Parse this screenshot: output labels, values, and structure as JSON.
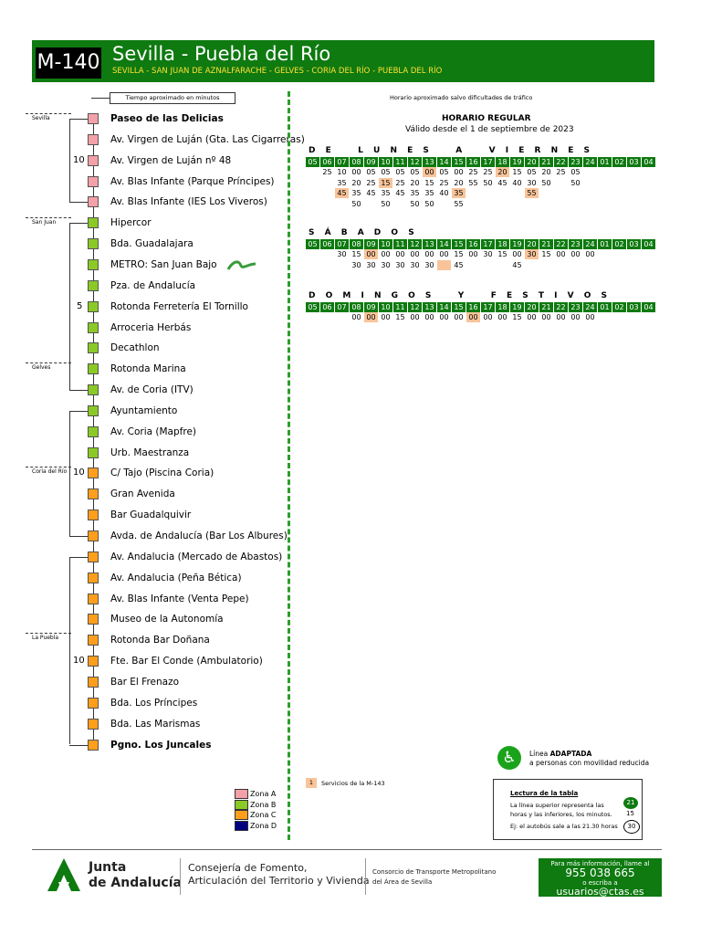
{
  "header": {
    "code": "M-140",
    "title": "Sevilla - Puebla del Río",
    "subtitle": "SEVILLA - SAN JUAN DE AZNALFARACHE - GELVES - CORIA DEL RÍO - PUEBLA DEL RÍO"
  },
  "left_note": "Tiempo aproximado en minutos",
  "towns": [
    "Sevilla",
    "San Juan",
    "Gelves",
    "Coria del Río",
    "La Puebla"
  ],
  "stops": [
    {
      "name": "Paseo de las Delicias",
      "zone": "A",
      "bold": true
    },
    {
      "name": "Av. Virgen de Luján (Gta. Las Cigarreras)",
      "zone": "A"
    },
    {
      "name": "Av. Virgen de Luján nº 48",
      "zone": "A"
    },
    {
      "name": "Av. Blas Infante (Parque Príncipes)",
      "zone": "A"
    },
    {
      "name": "Av. Blas Infante (IES Los Viveros)",
      "zone": "A"
    },
    {
      "name": "Hipercor",
      "zone": "B"
    },
    {
      "name": "Bda. Guadalajara",
      "zone": "B"
    },
    {
      "name": "METRO: San Juan Bajo",
      "zone": "B"
    },
    {
      "name": "Pza. de Andalucía",
      "zone": "B"
    },
    {
      "name": "Rotonda Ferretería El Tornillo",
      "zone": "B"
    },
    {
      "name": "Arroceria Herbás",
      "zone": "B"
    },
    {
      "name": "Decathlon",
      "zone": "B"
    },
    {
      "name": "Rotonda Marina",
      "zone": "B"
    },
    {
      "name": "Av. de Coria (ITV)",
      "zone": "B"
    },
    {
      "name": "Ayuntamiento",
      "zone": "B"
    },
    {
      "name": "Av. Coria (Mapfre)",
      "zone": "B"
    },
    {
      "name": "Urb. Maestranza",
      "zone": "B"
    },
    {
      "name": "C/ Tajo (Piscina Coria)",
      "zone": "C"
    },
    {
      "name": "Gran Avenida",
      "zone": "C"
    },
    {
      "name": "Bar Guadalquivir",
      "zone": "C"
    },
    {
      "name": "Avda. de Andalucía (Bar Los Albures)",
      "zone": "C"
    },
    {
      "name": "Av. Andalucia (Mercado de Abastos)",
      "zone": "C"
    },
    {
      "name": "Av. Andalucia (Peña Bética)",
      "zone": "C"
    },
    {
      "name": "Av. Blas Infante (Venta Pepe)",
      "zone": "C"
    },
    {
      "name": "Museo de la Autonomía",
      "zone": "C"
    },
    {
      "name": "Rotonda Bar Doñana",
      "zone": "C"
    },
    {
      "name": "Fte. Bar El Conde (Ambulatorio)",
      "zone": "C"
    },
    {
      "name": "Bar El Frenazo",
      "zone": "C"
    },
    {
      "name": "Bda. Los Príncipes",
      "zone": "C"
    },
    {
      "name": "Bda. Las Marismas",
      "zone": "C"
    },
    {
      "name": "Pgno. Los Juncales",
      "zone": "C",
      "bold": true
    }
  ],
  "minutes": [
    "10",
    "5",
    "10",
    "10"
  ],
  "schedule": {
    "note": "Horario aproximado salvo dificultades de tráfico",
    "title": "HORARIO REGULAR",
    "valid": "Válido desde el 1 de septiembre de 2023",
    "hours": [
      "05",
      "06",
      "07",
      "08",
      "09",
      "10",
      "11",
      "12",
      "13",
      "14",
      "15",
      "16",
      "17",
      "18",
      "19",
      "20",
      "21",
      "22",
      "23",
      "24",
      "01",
      "02",
      "03",
      "04"
    ],
    "days": [
      {
        "label": "D E   L U N E S   A   V I E R N E S",
        "rows": [
          [
            "",
            "25",
            "10",
            "00",
            "05",
            "05",
            "05",
            "05",
            "00",
            "05",
            "00",
            "25",
            "25",
            "20",
            "15",
            "05",
            "20",
            "25",
            "05",
            "",
            "",
            "",
            "",
            ""
          ],
          [
            "",
            "",
            "35",
            "20",
            "25",
            "15",
            "25",
            "20",
            "15",
            "25",
            "20",
            "55",
            "50",
            "45",
            "40",
            "30",
            "50",
            "",
            "50",
            "",
            "",
            "",
            "",
            ""
          ],
          [
            "",
            "",
            "45",
            "35",
            "45",
            "35",
            "45",
            "35",
            "35",
            "40",
            "35",
            "",
            "",
            "",
            "",
            "55",
            "",
            "",
            "",
            "",
            "",
            "",
            "",
            ""
          ],
          [
            "",
            "",
            "",
            "50",
            "",
            "50",
            "",
            "50",
            "50",
            "",
            "55",
            "",
            "",
            "",
            "",
            "",
            "",
            "",
            "",
            "",
            "",
            "",
            "",
            ""
          ]
        ],
        "highlights": [
          [
            0,
            8
          ],
          [
            0,
            13
          ],
          [
            1,
            5
          ],
          [
            2,
            2
          ],
          [
            2,
            10
          ],
          [
            2,
            15
          ]
        ]
      },
      {
        "label": "S Á B A D O S",
        "rows": [
          [
            "",
            "",
            "30",
            "15",
            "00",
            "00",
            "00",
            "00",
            "00",
            "00",
            "15",
            "00",
            "30",
            "15",
            "00",
            "30",
            "15",
            "00",
            "00",
            "00",
            "",
            "",
            "",
            ""
          ],
          [
            "",
            "",
            "",
            "30",
            "30",
            "30",
            "30",
            "30",
            "30",
            "",
            "45",
            "",
            "",
            "",
            "45",
            "",
            "",
            "",
            "",
            "",
            "",
            "",
            "",
            ""
          ]
        ],
        "highlights": [
          [
            0,
            4
          ],
          [
            0,
            15
          ],
          [
            1,
            9
          ]
        ]
      },
      {
        "label": "D O M I N G O S   Y   F E S T I V O S",
        "rows": [
          [
            "",
            "",
            "",
            "00",
            "00",
            "00",
            "15",
            "00",
            "00",
            "00",
            "00",
            "00",
            "00",
            "00",
            "15",
            "00",
            "00",
            "00",
            "00",
            "00",
            "",
            "",
            "",
            ""
          ]
        ],
        "highlights": [
          [
            0,
            4
          ],
          [
            0,
            11
          ]
        ]
      }
    ]
  },
  "accessible": {
    "line1": "Línea",
    "bold": "ADAPTADA",
    "line2": "a personas con movilidad reducida"
  },
  "legend_note": {
    "num": "1",
    "text": "Servicios de la M-143"
  },
  "zones": [
    {
      "label": "Zona A",
      "color": "#f4a0a8"
    },
    {
      "label": "Zona B",
      "color": "#8ac926"
    },
    {
      "label": "Zona C",
      "color": "#ff9e1b"
    },
    {
      "label": "Zona D",
      "color": "#000080"
    }
  ],
  "reading": {
    "title": "Lectura de la tabla",
    "text1": "La línea superior representa las",
    "text2": "horas y las inferiores, los minutos.",
    "example": "Ej: el autobús sale a las 21.30 horas",
    "hour": "21",
    "mid": "15",
    "min": "30"
  },
  "footer": {
    "junta1": "Junta",
    "junta2": "de Andalucía",
    "cons1": "Consejería de Fomento,",
    "cons2": "Articulación del Territorio y Vivienda",
    "ctm1": "Consorcio de Transporte Metropolitano",
    "ctm2": "del Área de Sevilla",
    "info1": "Para más información, llame al",
    "phone": "955 038 665",
    "info2": "o escriba a",
    "email": "usuarios@ctas.es"
  }
}
